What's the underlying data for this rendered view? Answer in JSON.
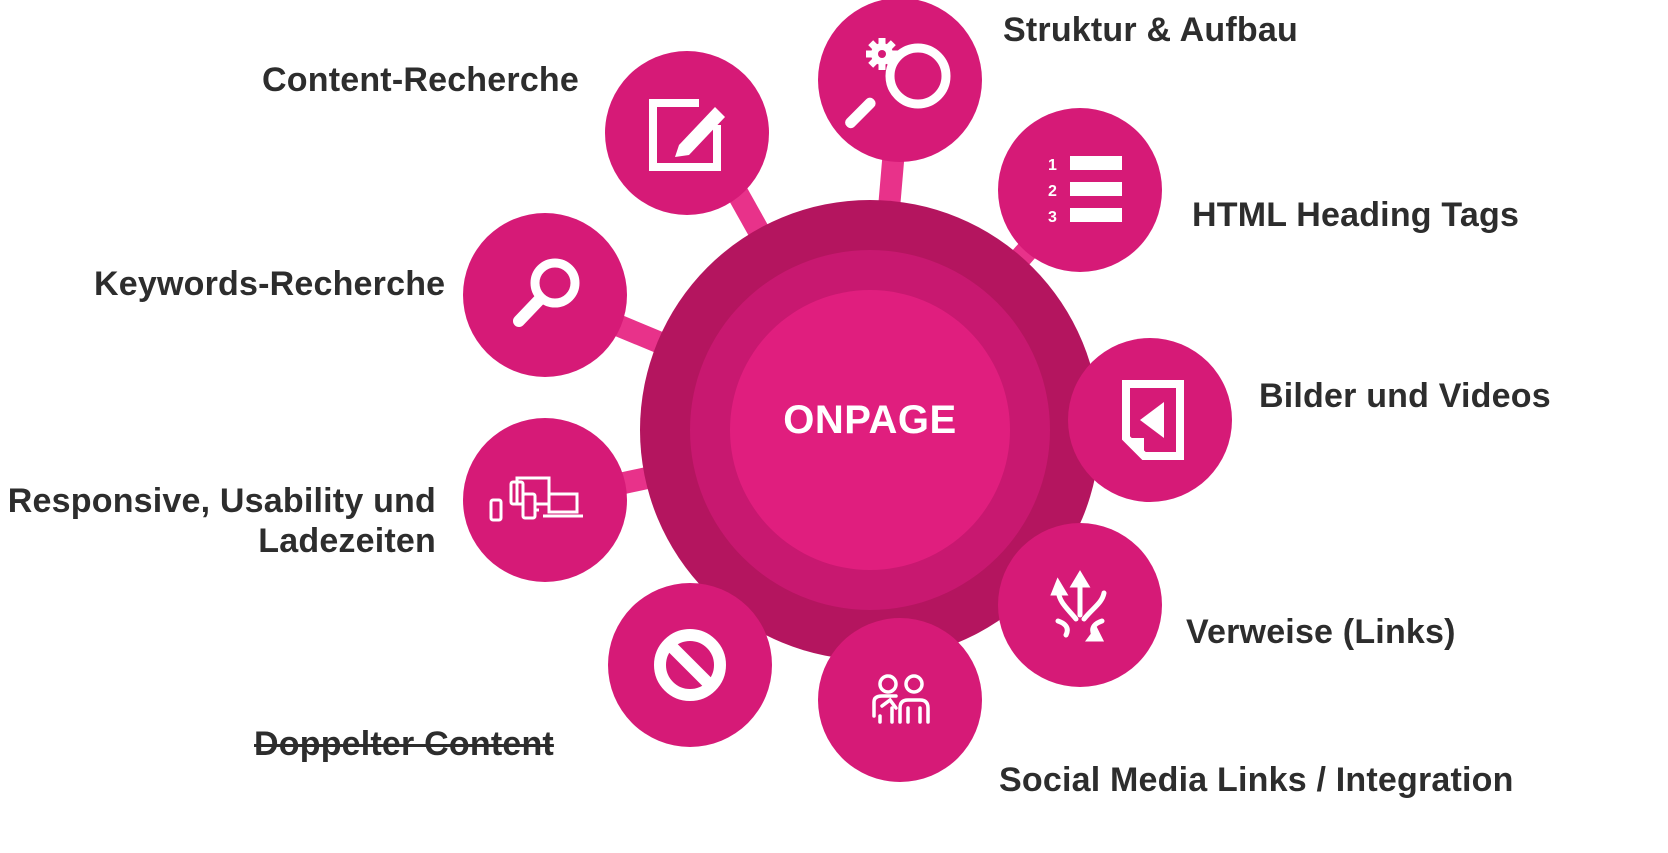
{
  "center": {
    "label": "ONPAGE"
  },
  "colors": {
    "node": "#d61a77",
    "outer_ring": "#b4155f",
    "inner_ring": "#c81870",
    "core": "#e01e7e",
    "connector": "#e8328a",
    "icon": "#ffffff",
    "text": "#2d2d2d"
  },
  "nodes": [
    {
      "id": "content-recherche",
      "label": "Content-Recherche",
      "icon": "edit-square-icon"
    },
    {
      "id": "struktur-aufbau",
      "label": "Struktur & Aufbau",
      "icon": "gear-search-icon"
    },
    {
      "id": "html-heading-tags",
      "label": "HTML Heading Tags",
      "icon": "numbered-list-icon",
      "icon_text": [
        "1",
        "2",
        "3"
      ]
    },
    {
      "id": "keywords-recherche",
      "label": "Keywords-Recherche",
      "icon": "magnifier-icon"
    },
    {
      "id": "bilder-videos",
      "label": "Bilder und Videos",
      "icon": "media-file-icon"
    },
    {
      "id": "responsive",
      "label": "Responsive, Usability und",
      "label_line2": "Ladezeiten",
      "icon": "devices-icon"
    },
    {
      "id": "verweise",
      "label": "Verweise (Links)",
      "icon": "split-arrows-icon"
    },
    {
      "id": "doppelter-content",
      "label": "Doppelter Content",
      "icon": "prohibited-icon",
      "strikethrough": true
    },
    {
      "id": "social-media",
      "label": "Social Media Links / Integration",
      "icon": "people-icon"
    }
  ]
}
